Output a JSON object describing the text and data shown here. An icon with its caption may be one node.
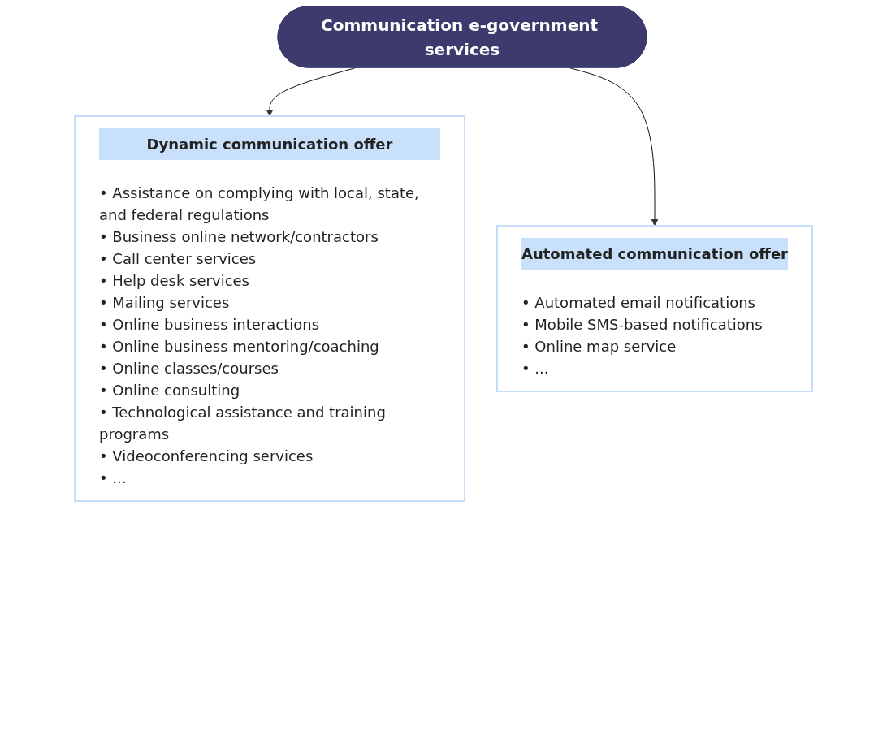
{
  "diagram": {
    "nodes": [
      {
        "text": [
          "Communication e-government services"
        ]
      },
      {
        "text": [
          "Dynamic communication offer",
          "• Assistance on complying with local, state, and federal regulations",
          "• Business online network/contractors",
          "• Call center services",
          "• Help desk services",
          "• Mailing services",
          "• Online business interactions",
          "• Online business mentoring/coaching",
          "• Online classes/courses",
          "• Online consulting",
          "• Technological assistance and training programs",
          "• Videoconferencing services",
          "• ..."
        ]
      },
      {
        "text": [
          "Automated communication offer",
          "• Automated email notifications",
          "• Mobile SMS-based notifications",
          "• Online map service",
          "• ..."
        ]
      }
    ],
    "edges": [
      {
        "from": 0,
        "to": 1,
        "arrow": "to"
      },
      {
        "from": 0,
        "to": 2,
        "arrow": "to"
      }
    ]
  }
}
